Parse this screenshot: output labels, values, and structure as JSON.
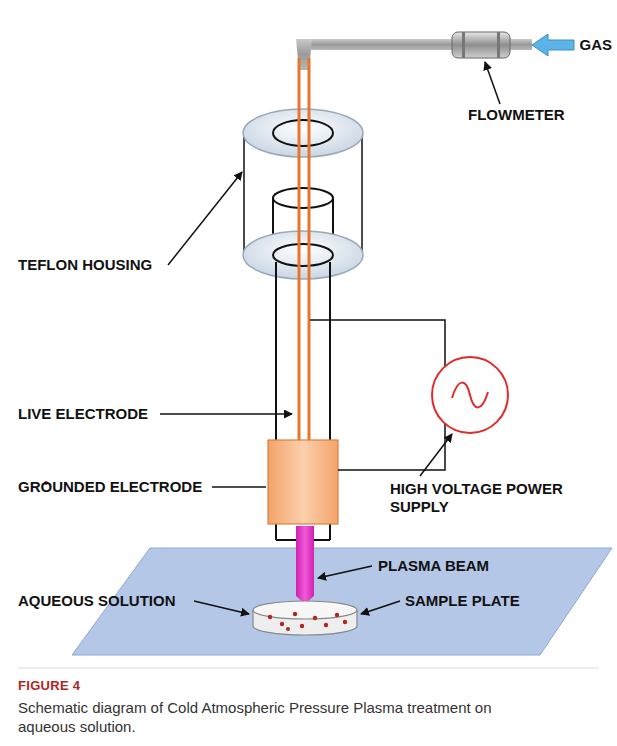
{
  "diagram": {
    "caption": "Schematic diagram of Cold Atmospheric Pressure Plasma treatment on aqueous solution.",
    "labels": [
      "GAS",
      "FLOWMETER",
      "TEFLON HOUSING",
      "LIVE ELECTRODE",
      "GROUNDED ELECTRODE",
      "HIGH VOLTAGE POWER SUPPLY",
      "PLASMA BEAM",
      "AQUEOUS SOLUTION",
      "SAMPLE PLATE",
      "FIGURE 4"
    ]
  }
}
